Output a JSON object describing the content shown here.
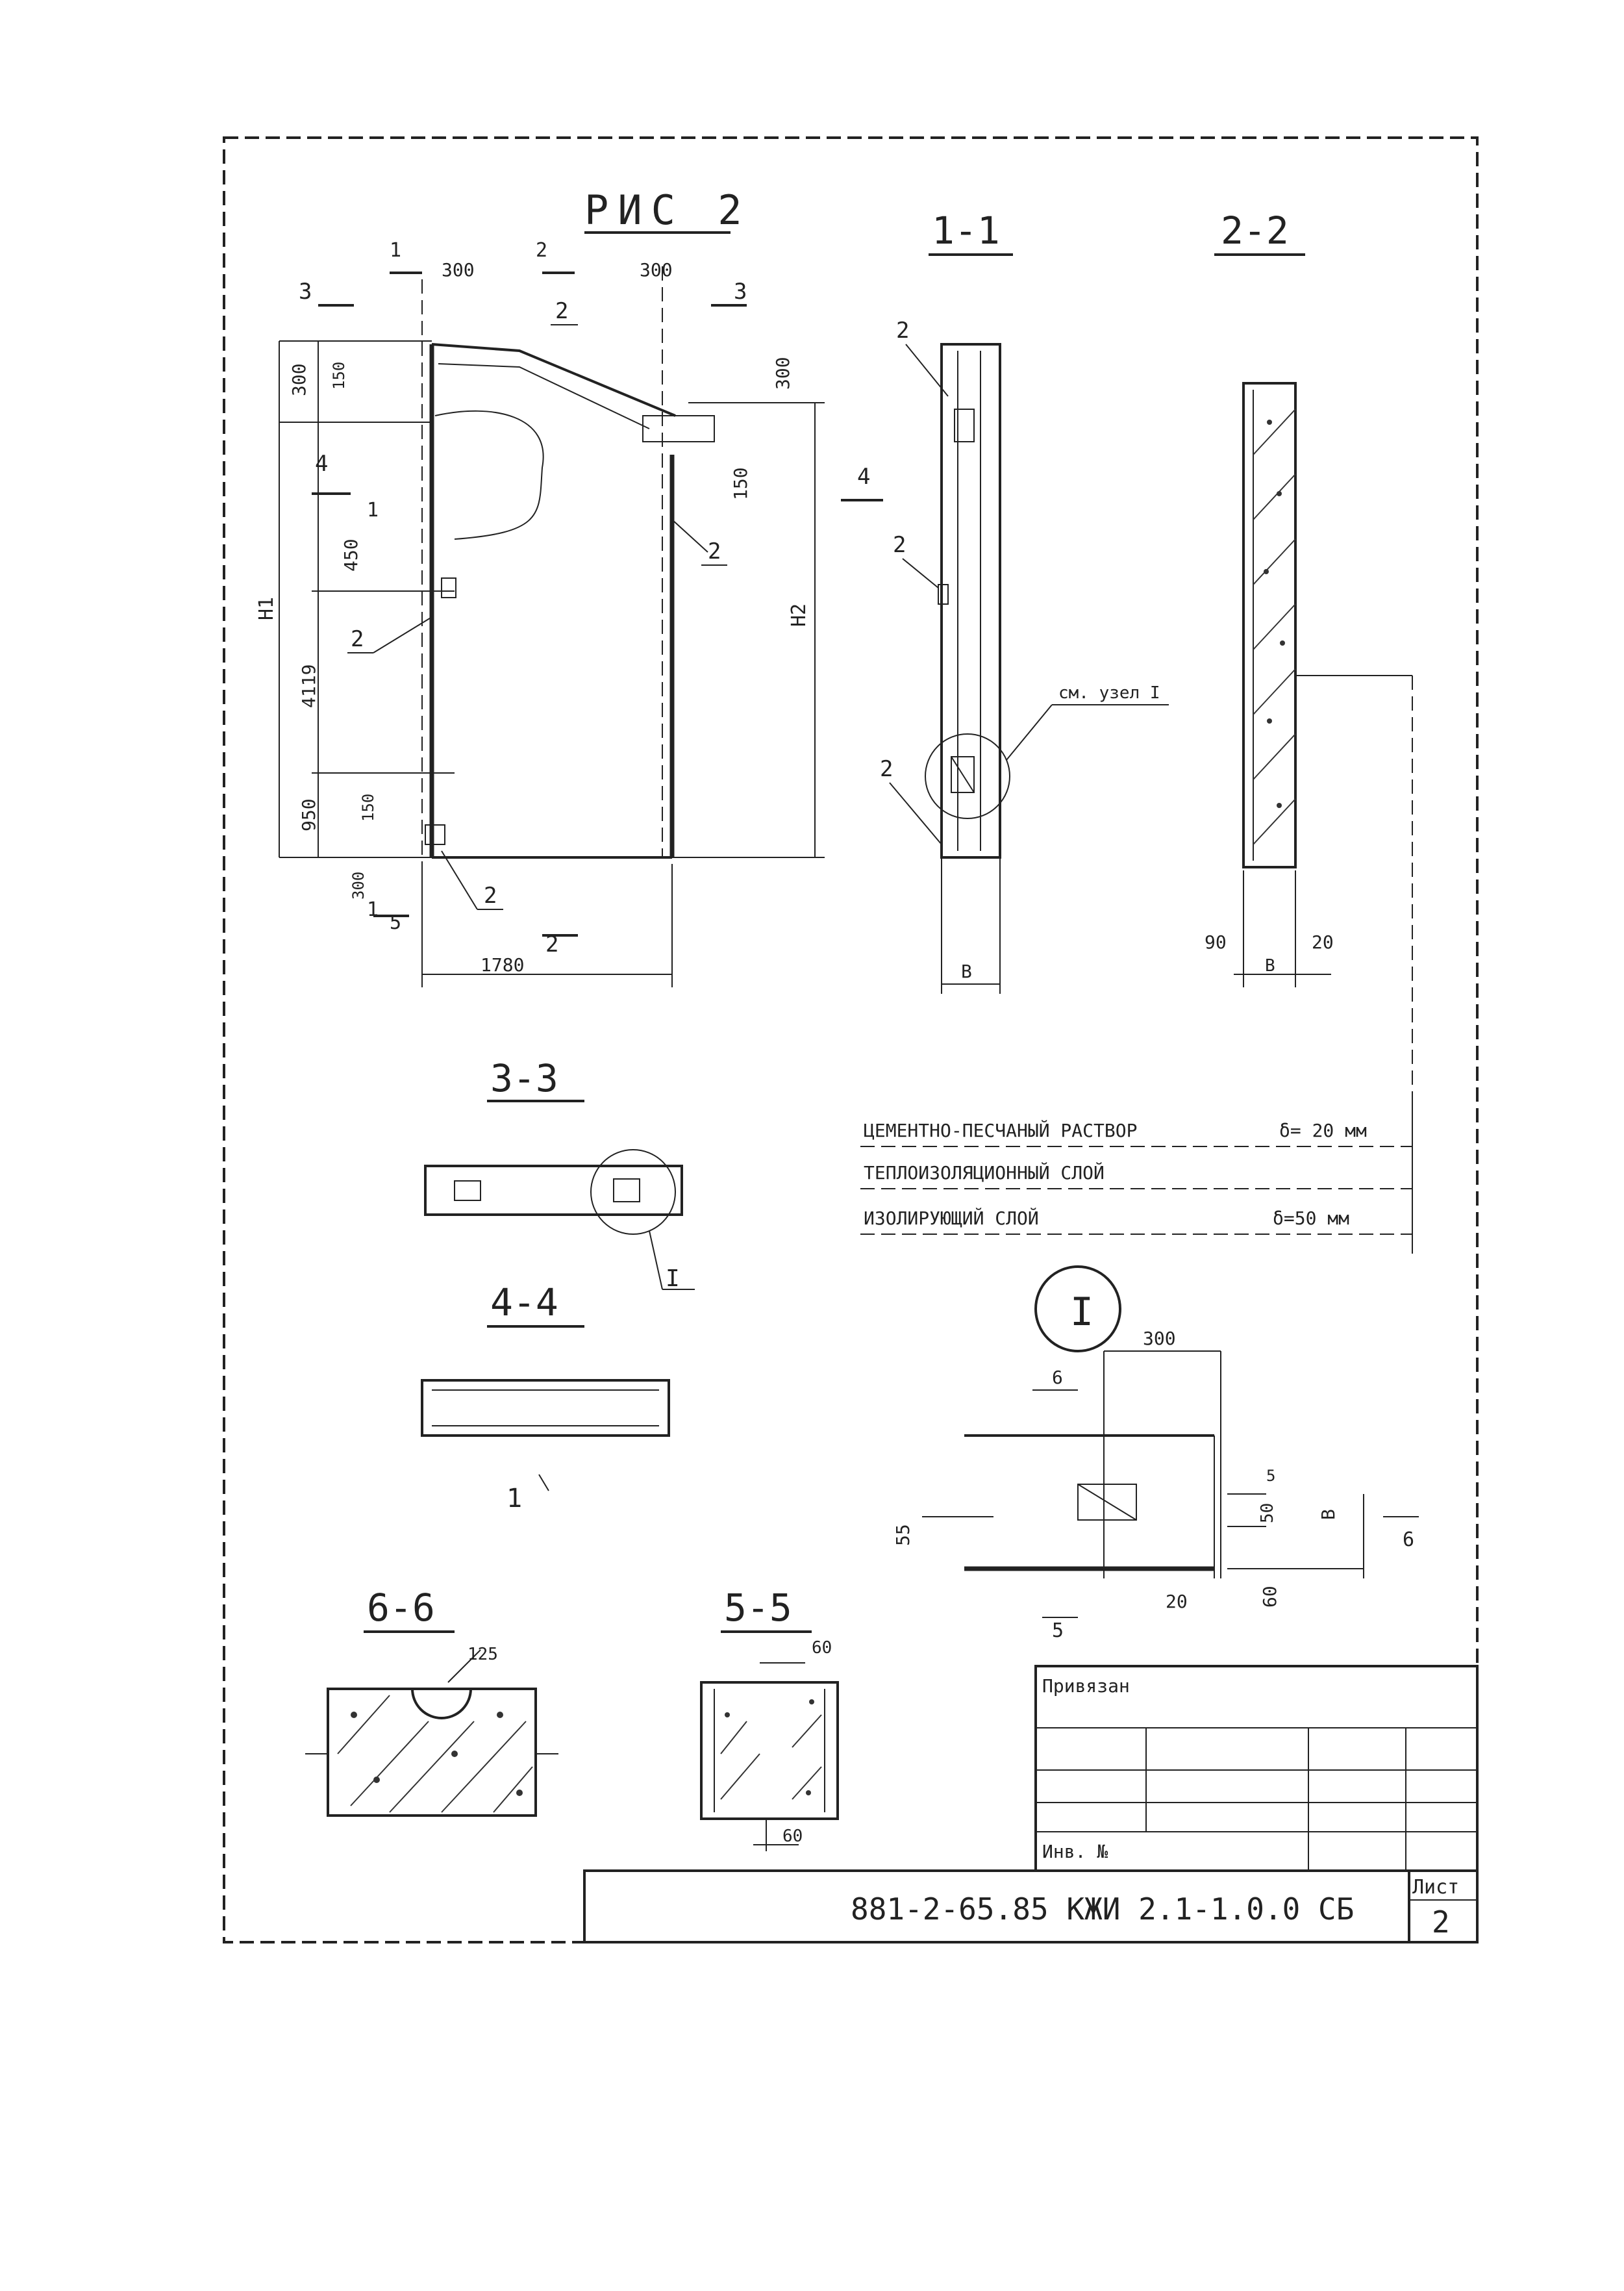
{
  "sheet": {
    "figure_title": "РИС 2",
    "sections": {
      "s11": "1-1",
      "s22": "2-2",
      "s33": "3-3",
      "s44": "4-4",
      "s55": "5-5",
      "s66": "6-6",
      "node": "I"
    },
    "elevation": {
      "dims": [
        "300",
        "300",
        "300",
        "300",
        "150",
        "450",
        "4119",
        "950",
        "150",
        "300",
        "150",
        "1780"
      ],
      "height_labels": [
        "H1",
        "H2"
      ],
      "cut_marks": [
        "3",
        "1",
        "2",
        "3",
        "4",
        "4",
        "5",
        "1",
        "2"
      ],
      "leader_2": "2",
      "leader_1": "1"
    },
    "section11": {
      "leaders": [
        "2",
        "2",
        "2"
      ],
      "cut": "4",
      "node_ref": "см. узел I",
      "dim_bottom": "B"
    },
    "section22": {
      "dim_left": "90",
      "dim_mid": "B",
      "dim_right": "20"
    },
    "legend": [
      {
        "text": "ЦЕМЕНТНО-ПЕСЧАНЫЙ РАСТВОР",
        "value": "δ= 20 мм"
      },
      {
        "text": "ТЕПЛОИЗОЛЯЦИОННЫЙ  СЛОЙ",
        "value": ""
      },
      {
        "text": "ИЗОЛИРУЮЩИЙ  СЛОЙ",
        "value": "δ=50 мм"
      }
    ],
    "node_detail": {
      "dims": [
        "300",
        "6",
        "55",
        "50",
        "B",
        "20",
        "60",
        "6",
        "5",
        "5"
      ]
    },
    "section66": {
      "dim": "125"
    },
    "section55": {
      "dims": [
        "60",
        "60"
      ]
    },
    "section44": {
      "leader": "1"
    },
    "stamp": {
      "approved_label": "Привязан",
      "inv_label": "Инв. №",
      "doc_code": "881-2-65.85 КЖИ 2.1-1.0.0 СБ",
      "sheet_label": "Лист",
      "sheet_number": "2"
    }
  }
}
